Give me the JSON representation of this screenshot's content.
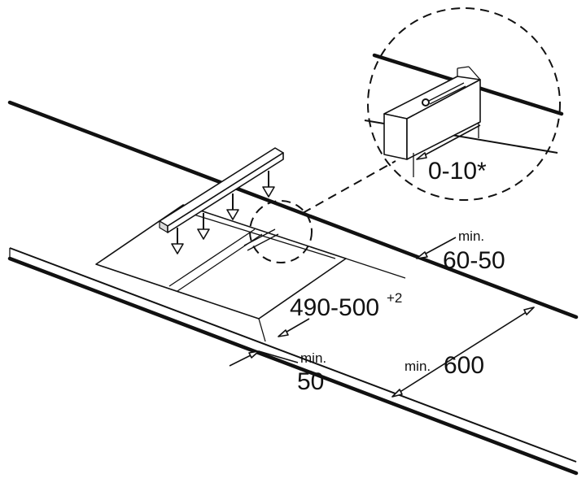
{
  "dimensions": {
    "detail_gap": "0-10*",
    "rear_min_label": "min.",
    "rear_distance": "60-50",
    "cutout_width_base": "490-500",
    "cutout_width_tolerance": "+2",
    "side_min_label": "min.",
    "side_distance": "50",
    "depth_min_label": "min.",
    "depth_value": "600"
  },
  "colors": {
    "line": "#111111",
    "background": "#ffffff",
    "shade": "#d9d9d9"
  }
}
